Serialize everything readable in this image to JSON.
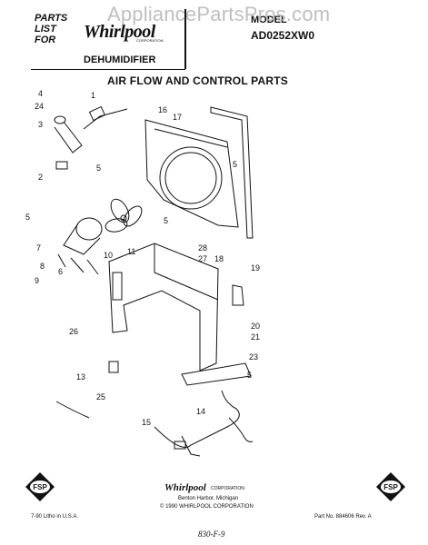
{
  "header": {
    "parts_line1": "PARTS",
    "parts_line2": "LIST",
    "parts_line3": "FOR",
    "brand": "Whirlpool",
    "brand_corp": "CORPORATION",
    "product": "DEHUMIDIFIER",
    "model_label": "MODEL",
    "model_number": "AD0252XW0"
  },
  "watermark": "AppliancePartsPros.com",
  "section_title": "AIR FLOW AND CONTROL PARTS",
  "callouts": [
    "1",
    "2",
    "3",
    "4",
    "5",
    "5",
    "5",
    "5",
    "5",
    "5",
    "6",
    "7",
    "8",
    "9",
    "10",
    "11",
    "13",
    "14",
    "15",
    "16",
    "17",
    "18",
    "19",
    "20",
    "21",
    "23",
    "24",
    "25",
    "26",
    "27",
    "28"
  ],
  "footer": {
    "brand": "Whirlpool",
    "corp": "CORPORATION",
    "address": "Benton Harbor, Michigan",
    "copyright": "© 1990 WHIRLPOOL CORPORATION",
    "left_note": "7-90 Litho in U.S.A.",
    "part_no": "Part No. 884606  Rev. A",
    "handwritten": "830-F-9",
    "fsp_logo": "FSP"
  }
}
